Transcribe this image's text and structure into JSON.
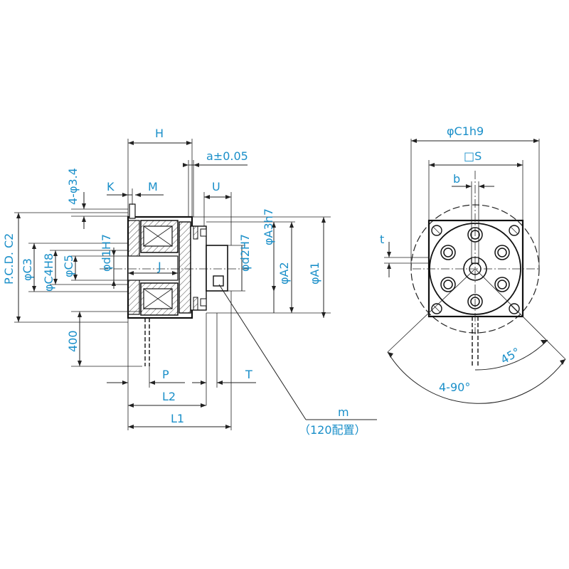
{
  "labels": {
    "H": "H",
    "a": "a±0.05",
    "K": "K",
    "M": "M",
    "U": "U",
    "hole": "4-φ3.4",
    "A3": "φA3h7",
    "d1": "φd1H7",
    "d2": "φd2H7",
    "J": "J",
    "A2": "φA2",
    "A1": "φA1",
    "pcd": "P.C.D. C2",
    "C3": "φC3",
    "C4": "φC4H8",
    "C5": "φC5",
    "len400": "400",
    "P": "P",
    "T": "T",
    "L2": "L2",
    "L1": "L1",
    "m": "m",
    "m_note": "（120配置）",
    "C1": "φC1h9",
    "S": "□S",
    "b": "b",
    "t": "t",
    "deg45": "45°",
    "deg90": "4-90°"
  },
  "colors": {
    "label": "#1a8fc9",
    "line": "#222222"
  }
}
